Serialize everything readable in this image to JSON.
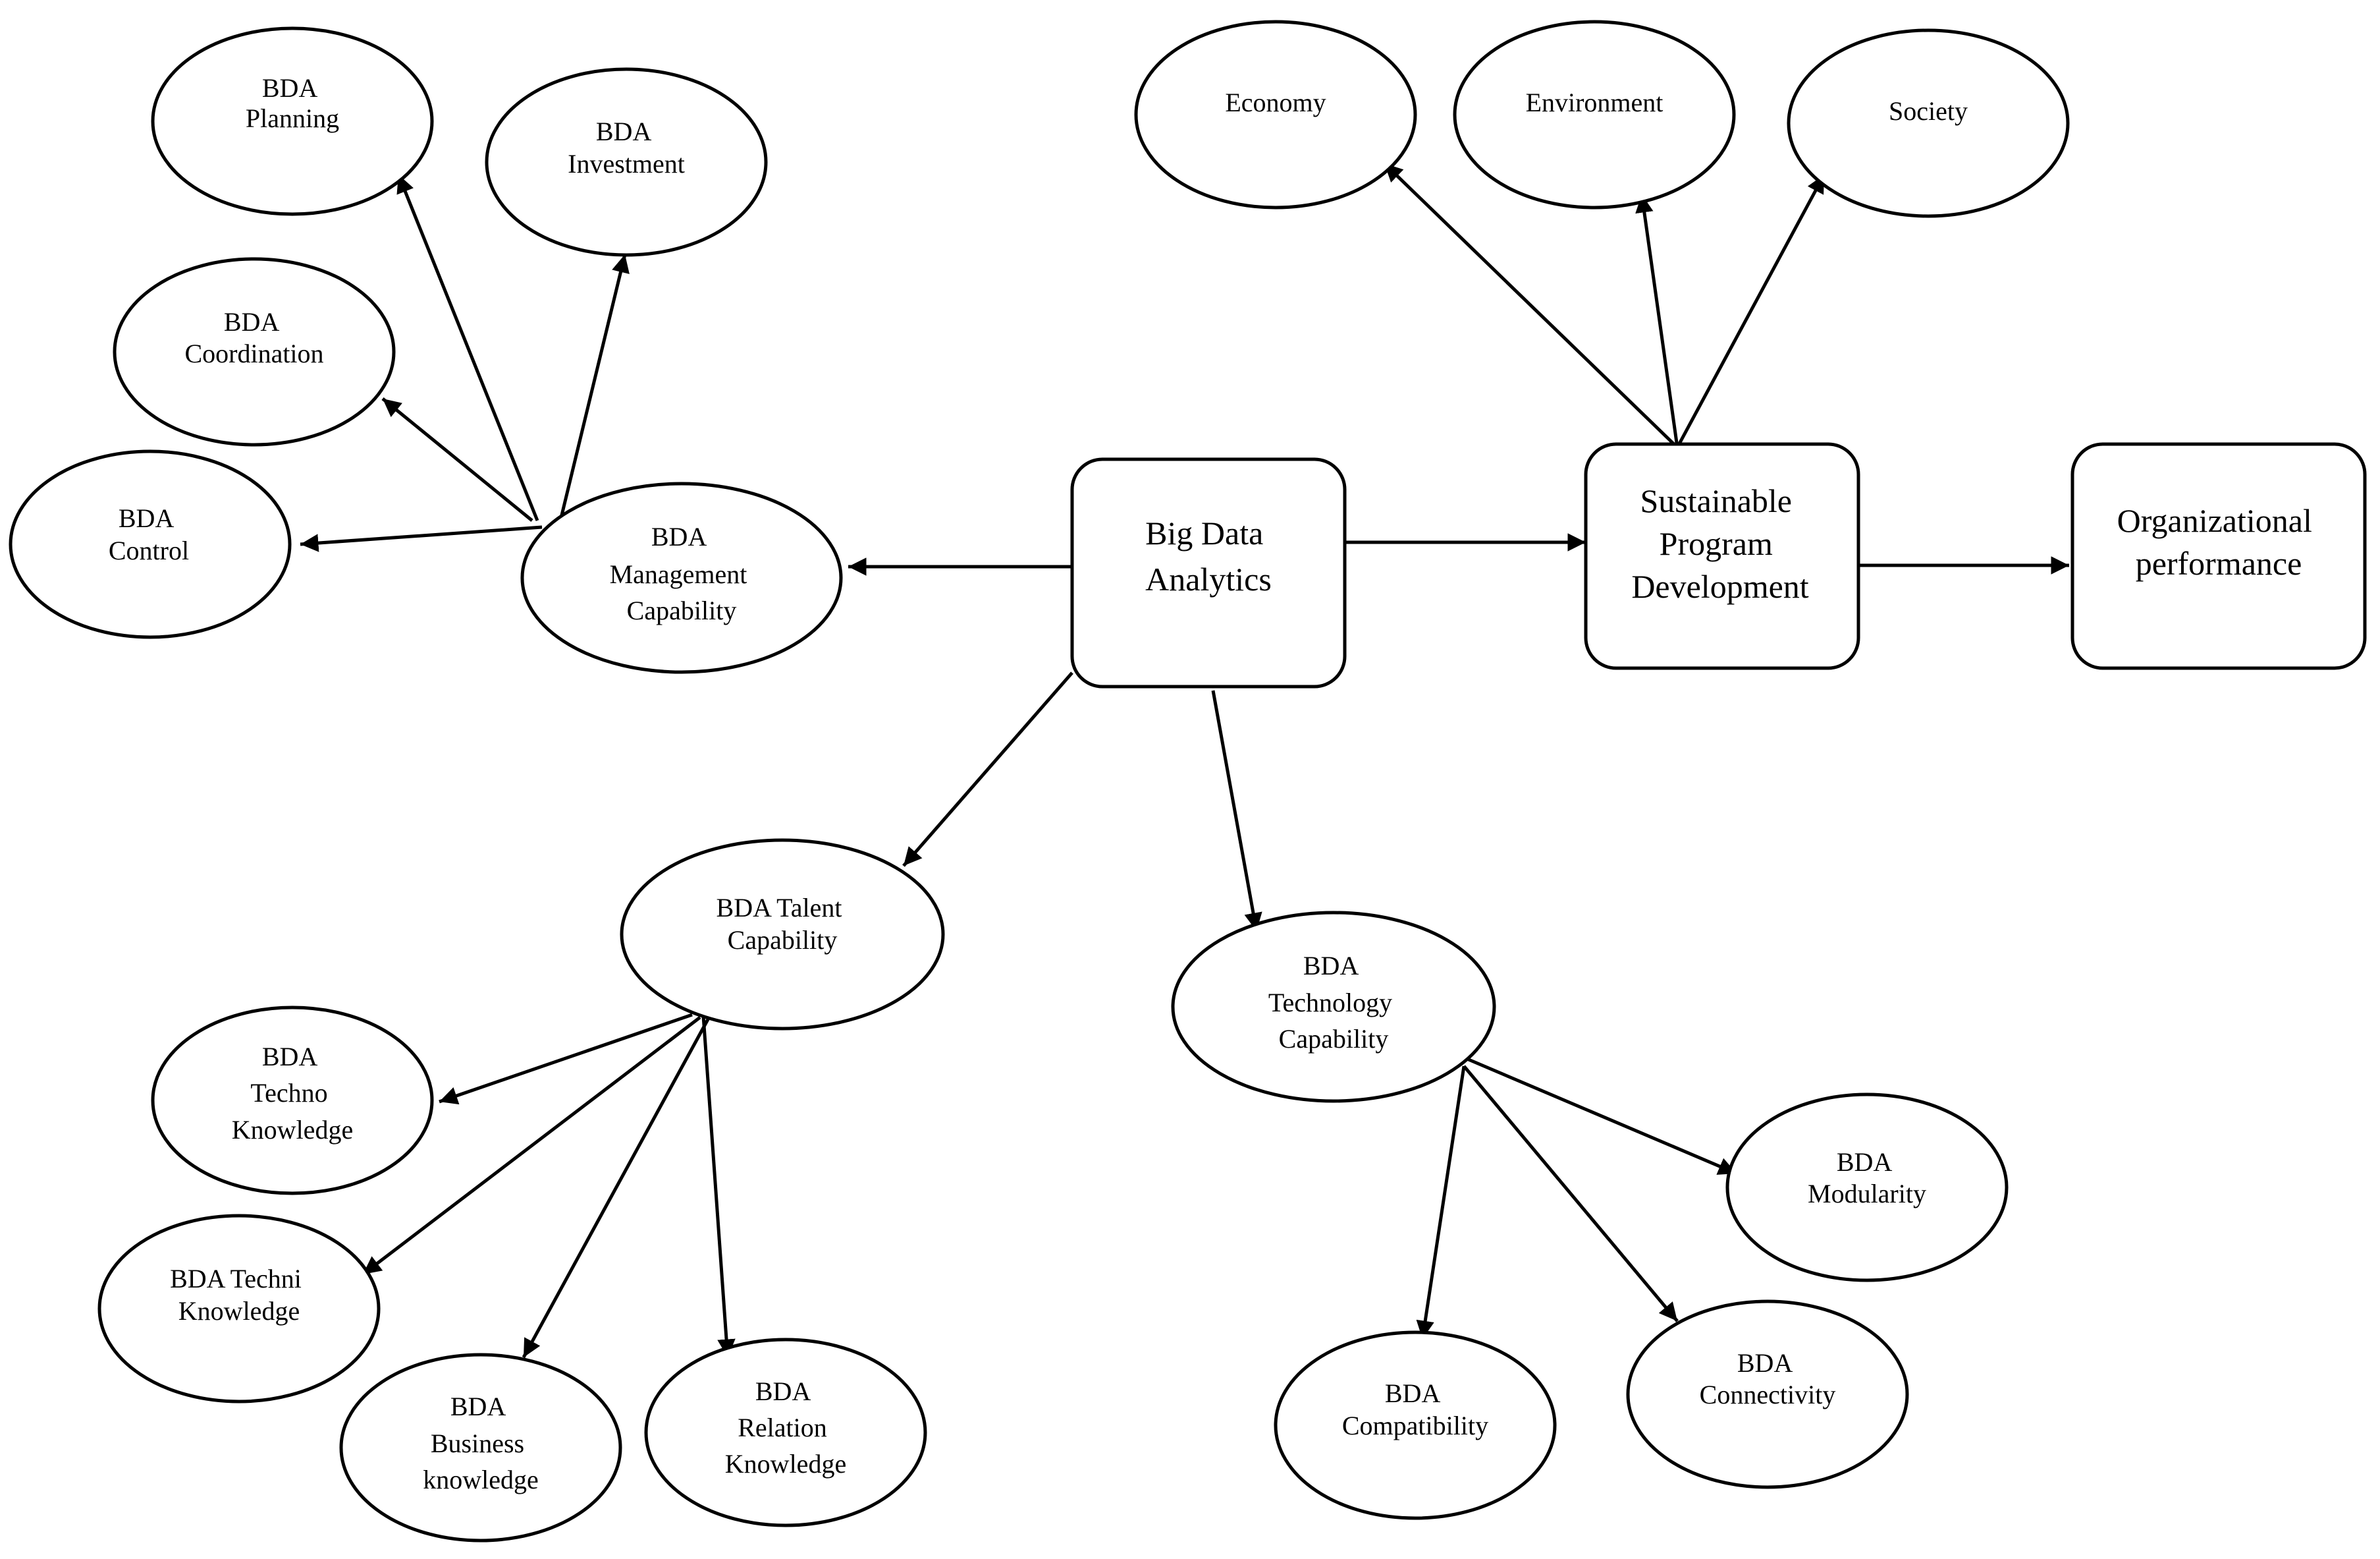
{
  "nodes": {
    "bda_planning": {
      "kind": "oval",
      "lines": [
        "BDA",
        "Planning"
      ]
    },
    "bda_investment": {
      "kind": "oval",
      "lines": [
        "BDA",
        "Investment"
      ]
    },
    "bda_coordination": {
      "kind": "oval",
      "lines": [
        "BDA",
        "Coordination"
      ]
    },
    "bda_control": {
      "kind": "oval",
      "lines": [
        "BDA",
        "Control"
      ]
    },
    "bda_management_capability": {
      "kind": "oval",
      "lines": [
        "BDA",
        "Management",
        "Capability"
      ]
    },
    "big_data_analytics": {
      "kind": "box",
      "lines": [
        "Big Data",
        "Analytics"
      ]
    },
    "sustainable_program_development": {
      "kind": "box",
      "lines": [
        "Sustainable",
        "Program",
        "Development"
      ]
    },
    "organizational_performance": {
      "kind": "box",
      "lines": [
        "Organizational",
        "performance"
      ]
    },
    "economy": {
      "kind": "oval",
      "lines": [
        "Economy"
      ]
    },
    "environment": {
      "kind": "oval",
      "lines": [
        "Environment"
      ]
    },
    "society": {
      "kind": "oval",
      "lines": [
        "Society"
      ]
    },
    "bda_talent_capability": {
      "kind": "oval",
      "lines": [
        "BDA Talent",
        "Capability"
      ]
    },
    "bda_techno_knowledge": {
      "kind": "oval",
      "lines": [
        "BDA",
        "Techno",
        "Knowledge"
      ]
    },
    "bda_techni_knowledge": {
      "kind": "oval",
      "lines": [
        "BDA Techni",
        "Knowledge"
      ]
    },
    "bda_business_knowledge": {
      "kind": "oval",
      "lines": [
        "BDA",
        "Business",
        "knowledge"
      ]
    },
    "bda_relation_knowledge": {
      "kind": "oval",
      "lines": [
        "BDA",
        "Relation",
        "Knowledge"
      ]
    },
    "bda_technology_capability": {
      "kind": "oval",
      "lines": [
        "BDA",
        "Technology",
        "Capability"
      ]
    },
    "bda_modularity": {
      "kind": "oval",
      "lines": [
        "BDA",
        "Modularity"
      ]
    },
    "bda_connectivity": {
      "kind": "oval",
      "lines": [
        "BDA",
        "Connectivity"
      ]
    },
    "bda_compatibility": {
      "kind": "oval",
      "lines": [
        "BDA",
        "Compatibility"
      ]
    }
  },
  "edges": [
    {
      "from": "big_data_analytics",
      "to": "bda_management_capability"
    },
    {
      "from": "big_data_analytics",
      "to": "sustainable_program_development"
    },
    {
      "from": "sustainable_program_development",
      "to": "organizational_performance"
    },
    {
      "from": "big_data_analytics",
      "to": "bda_talent_capability"
    },
    {
      "from": "big_data_analytics",
      "to": "bda_technology_capability"
    },
    {
      "from": "bda_management_capability",
      "to": "bda_planning"
    },
    {
      "from": "bda_management_capability",
      "to": "bda_investment"
    },
    {
      "from": "bda_management_capability",
      "to": "bda_coordination"
    },
    {
      "from": "bda_management_capability",
      "to": "bda_control"
    },
    {
      "from": "sustainable_program_development",
      "to": "economy"
    },
    {
      "from": "sustainable_program_development",
      "to": "environment"
    },
    {
      "from": "sustainable_program_development",
      "to": "society"
    },
    {
      "from": "bda_talent_capability",
      "to": "bda_techno_knowledge"
    },
    {
      "from": "bda_talent_capability",
      "to": "bda_techni_knowledge"
    },
    {
      "from": "bda_talent_capability",
      "to": "bda_business_knowledge"
    },
    {
      "from": "bda_talent_capability",
      "to": "bda_relation_knowledge"
    },
    {
      "from": "bda_technology_capability",
      "to": "bda_modularity"
    },
    {
      "from": "bda_technology_capability",
      "to": "bda_connectivity"
    },
    {
      "from": "bda_technology_capability",
      "to": "bda_compatibility"
    }
  ]
}
